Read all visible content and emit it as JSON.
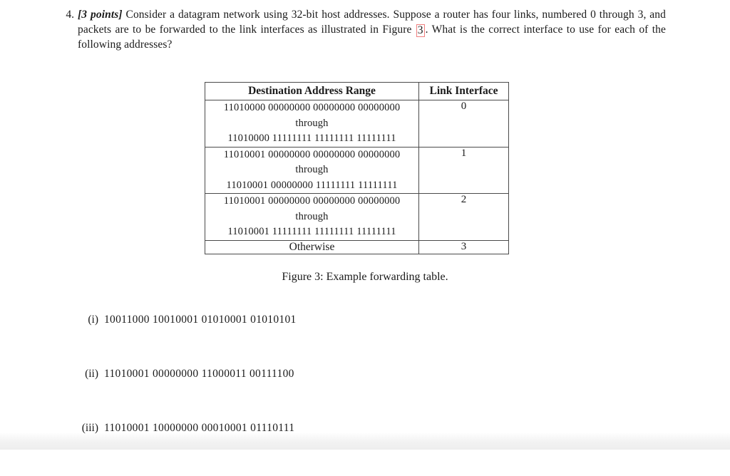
{
  "question": {
    "number": "4.",
    "points_label": "[3 points]",
    "text_part1": "Consider a datagram network using 32-bit host addresses.  Suppose a router has four links, numbered 0 through 3, and packets are to be forwarded to the link interfaces as illustrated in Figure",
    "figure_ref": "3",
    "text_part2": ". What is the correct interface to use for each of the following addresses?"
  },
  "table": {
    "headers": [
      "Destination Address Range",
      "Link Interface"
    ],
    "through_label": "through",
    "otherwise_label": "Otherwise",
    "rows": [
      {
        "start": "11010000 00000000 00000000 00000000",
        "end": "11010000 11111111 11111111 11111111",
        "interface": "0"
      },
      {
        "start": "11010001 00000000 00000000 00000000",
        "end": "11010001 00000000 11111111 11111111",
        "interface": "1"
      },
      {
        "start": "11010001 00000000 00000000 00000000",
        "end": "11010001 11111111 11111111 11111111",
        "interface": "2"
      }
    ],
    "otherwise_interface": "3"
  },
  "caption": "Figure 3: Example forwarding table.",
  "items": [
    {
      "label": "(i)",
      "value": "10011000 10010001 01010001 01010101"
    },
    {
      "label": "(ii)",
      "value": "11010001 00000000 11000011 00111100"
    },
    {
      "label": "(iii)",
      "value": "11010001 10000000 00010001 01110111"
    }
  ],
  "colors": {
    "text": "#1a1a1a",
    "table_border": "#4a4a4a",
    "ref_box_border": "#f08080",
    "background": "#ffffff"
  }
}
